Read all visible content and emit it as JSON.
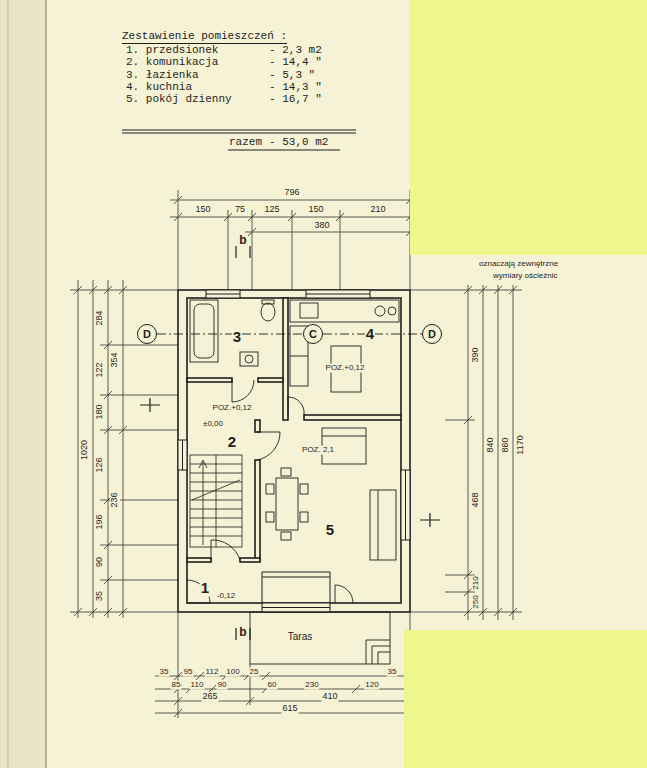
{
  "diagram": {
    "title": "Zestawienie pomieszczeń :",
    "nodes": [
      {
        "text": [
          "D"
        ]
      },
      {
        "text": [
          "C"
        ]
      },
      {
        "text": [
          "D"
        ]
      }
    ],
    "edges": [
      {
        "from": 0,
        "to": 1,
        "arrow": "none"
      },
      {
        "from": 1,
        "to": 2,
        "arrow": "none"
      }
    ],
    "labels": [
      "1. przedsionek",
      "- 2,3 m2",
      "2. komunikacja",
      "- 14,4 \"",
      "3. łazienka",
      "- 5,3 \"",
      "4. kuchnia",
      "- 14,3 \"",
      "5. pokój dzienny",
      "- 16,7 \"",
      "razem",
      "- 53,0 m2",
      "796",
      "150",
      "75",
      "125",
      "150",
      "210",
      "380",
      "b",
      "3",
      "4",
      "2",
      "5",
      "1",
      "POZ.+0,12",
      "POZ.+0,12",
      "±0,00",
      "POZ. 2,1",
      "-0,12",
      "Taras",
      "b",
      "oznaczają zewnętrzne",
      "wymiary ościeżnic",
      "390",
      "468",
      "840",
      "860",
      "1170",
      "210",
      "250",
      "1020",
      "284",
      "122",
      "180",
      "126",
      "196",
      "90",
      "35",
      "354",
      "236",
      "35",
      "95",
      "112",
      "100",
      "25",
      "35",
      "85",
      "110",
      "90",
      "60",
      "230",
      "120",
      "265",
      "410",
      "615"
    ]
  }
}
